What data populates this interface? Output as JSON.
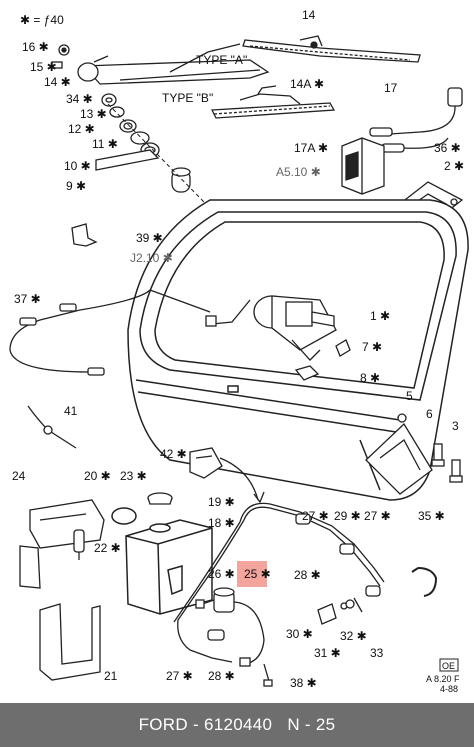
{
  "legend": "✱ = ƒ40",
  "type_labels": {
    "a": "TYPE \"A\"",
    "b": "TYPE \"B\""
  },
  "footer": {
    "part_text": "FORD - 6120440",
    "sep": "   ",
    "ref_text": "N - 25"
  },
  "stamp": {
    "code": "OE",
    "ref": "A 8.20 F",
    "date": "4-88"
  },
  "highlighted_part": "25",
  "callouts": [
    {
      "id": "14",
      "text": "14"
    },
    {
      "id": "16",
      "text": "16"
    },
    {
      "id": "15",
      "text": "15"
    },
    {
      "id": "14b",
      "text": "14"
    },
    {
      "id": "34",
      "text": "34"
    },
    {
      "id": "13",
      "text": "13"
    },
    {
      "id": "12",
      "text": "12"
    },
    {
      "id": "11",
      "text": "11"
    },
    {
      "id": "10",
      "text": "10"
    },
    {
      "id": "9",
      "text": "9"
    },
    {
      "id": "14A",
      "text": "14A"
    },
    {
      "id": "17",
      "text": "17"
    },
    {
      "id": "17A",
      "text": "17A"
    },
    {
      "id": "A5.10",
      "text": "A5.10"
    },
    {
      "id": "36",
      "text": "36"
    },
    {
      "id": "2",
      "text": "2"
    },
    {
      "id": "39",
      "text": "39"
    },
    {
      "id": "J2.10",
      "text": "J2.10"
    },
    {
      "id": "37",
      "text": "37"
    },
    {
      "id": "1",
      "text": "1"
    },
    {
      "id": "7",
      "text": "7"
    },
    {
      "id": "8",
      "text": "8"
    },
    {
      "id": "41",
      "text": "41"
    },
    {
      "id": "5",
      "text": "5"
    },
    {
      "id": "6",
      "text": "6"
    },
    {
      "id": "3",
      "text": "3"
    },
    {
      "id": "42",
      "text": "42"
    },
    {
      "id": "24",
      "text": "24"
    },
    {
      "id": "20",
      "text": "20"
    },
    {
      "id": "23",
      "text": "23"
    },
    {
      "id": "19",
      "text": "19"
    },
    {
      "id": "18",
      "text": "18"
    },
    {
      "id": "22",
      "text": "22"
    },
    {
      "id": "27a",
      "text": "27"
    },
    {
      "id": "29",
      "text": "29"
    },
    {
      "id": "27b",
      "text": "27"
    },
    {
      "id": "35",
      "text": "35"
    },
    {
      "id": "26",
      "text": "26"
    },
    {
      "id": "25",
      "text": "25"
    },
    {
      "id": "28a",
      "text": "28"
    },
    {
      "id": "30",
      "text": "30"
    },
    {
      "id": "32",
      "text": "32"
    },
    {
      "id": "31",
      "text": "31"
    },
    {
      "id": "33",
      "text": "33"
    },
    {
      "id": "21",
      "text": "21"
    },
    {
      "id": "27c",
      "text": "27"
    },
    {
      "id": "28b",
      "text": "28"
    },
    {
      "id": "38",
      "text": "38"
    }
  ]
}
